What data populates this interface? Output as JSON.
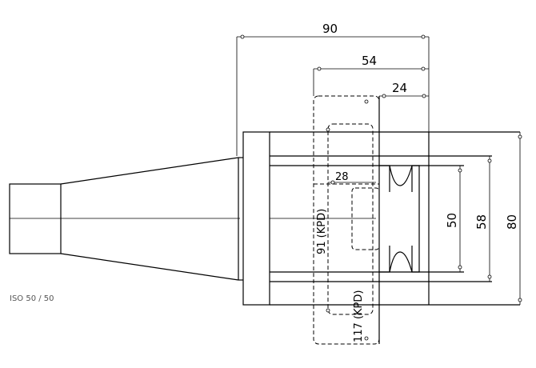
{
  "drawing": {
    "part_note": "ISO 50 / 50",
    "dimensions": {
      "overall_length": "90",
      "body_length": "54",
      "insert_length": "24",
      "recess": "28",
      "inner_diameter": "50",
      "mid_diameter": "58",
      "outer_diameter": "80",
      "min_bore": "91 (KPD)",
      "max_bore": "117 (KPD)"
    },
    "colors": {
      "line": "#000000",
      "background": "#ffffff"
    }
  }
}
